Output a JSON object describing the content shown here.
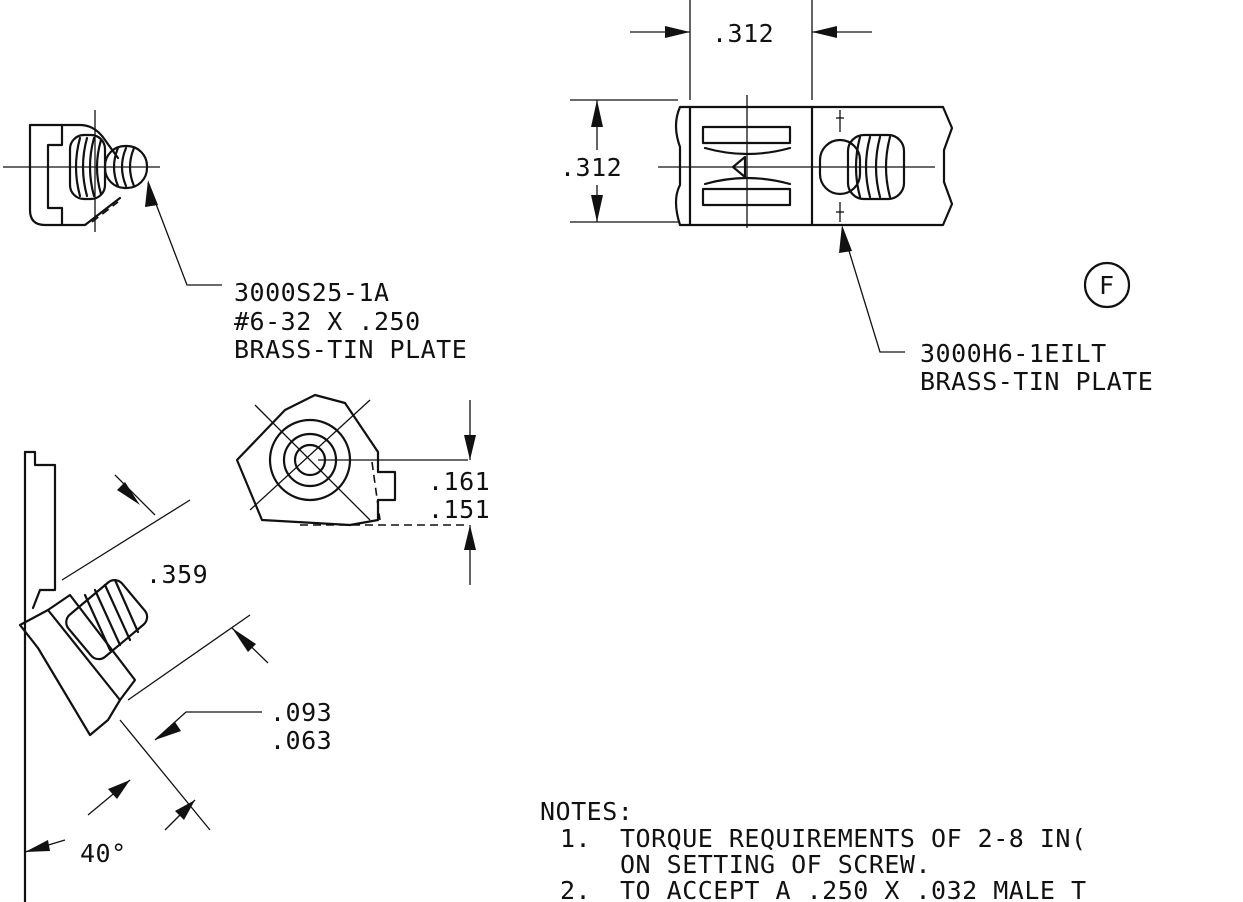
{
  "dimensions": {
    "top_width": ".312",
    "top_height": ".312",
    "angled_length": ".359",
    "thickness_max": ".093",
    "thickness_min": ".063",
    "hole_max": ".161",
    "hole_min": ".151",
    "angle": "40°"
  },
  "callouts": {
    "screw": {
      "line1": "3000S25-1A",
      "line2": "#6-32 X .250",
      "line3": "BRASS-TIN PLATE"
    },
    "housing": {
      "line1": "3000H6-1EILT",
      "line2": "BRASS-TIN PLATE"
    },
    "view_marker": "F"
  },
  "notes": {
    "heading": "NOTES:",
    "item1_num": "1.",
    "item1_line1": "TORQUE REQUIREMENTS OF 2-8 IN(",
    "item1_line2": "ON SETTING OF SCREW.",
    "item2_num": "2.",
    "item2_line1": "TO ACCEPT A .250 X .032 MALE T"
  }
}
